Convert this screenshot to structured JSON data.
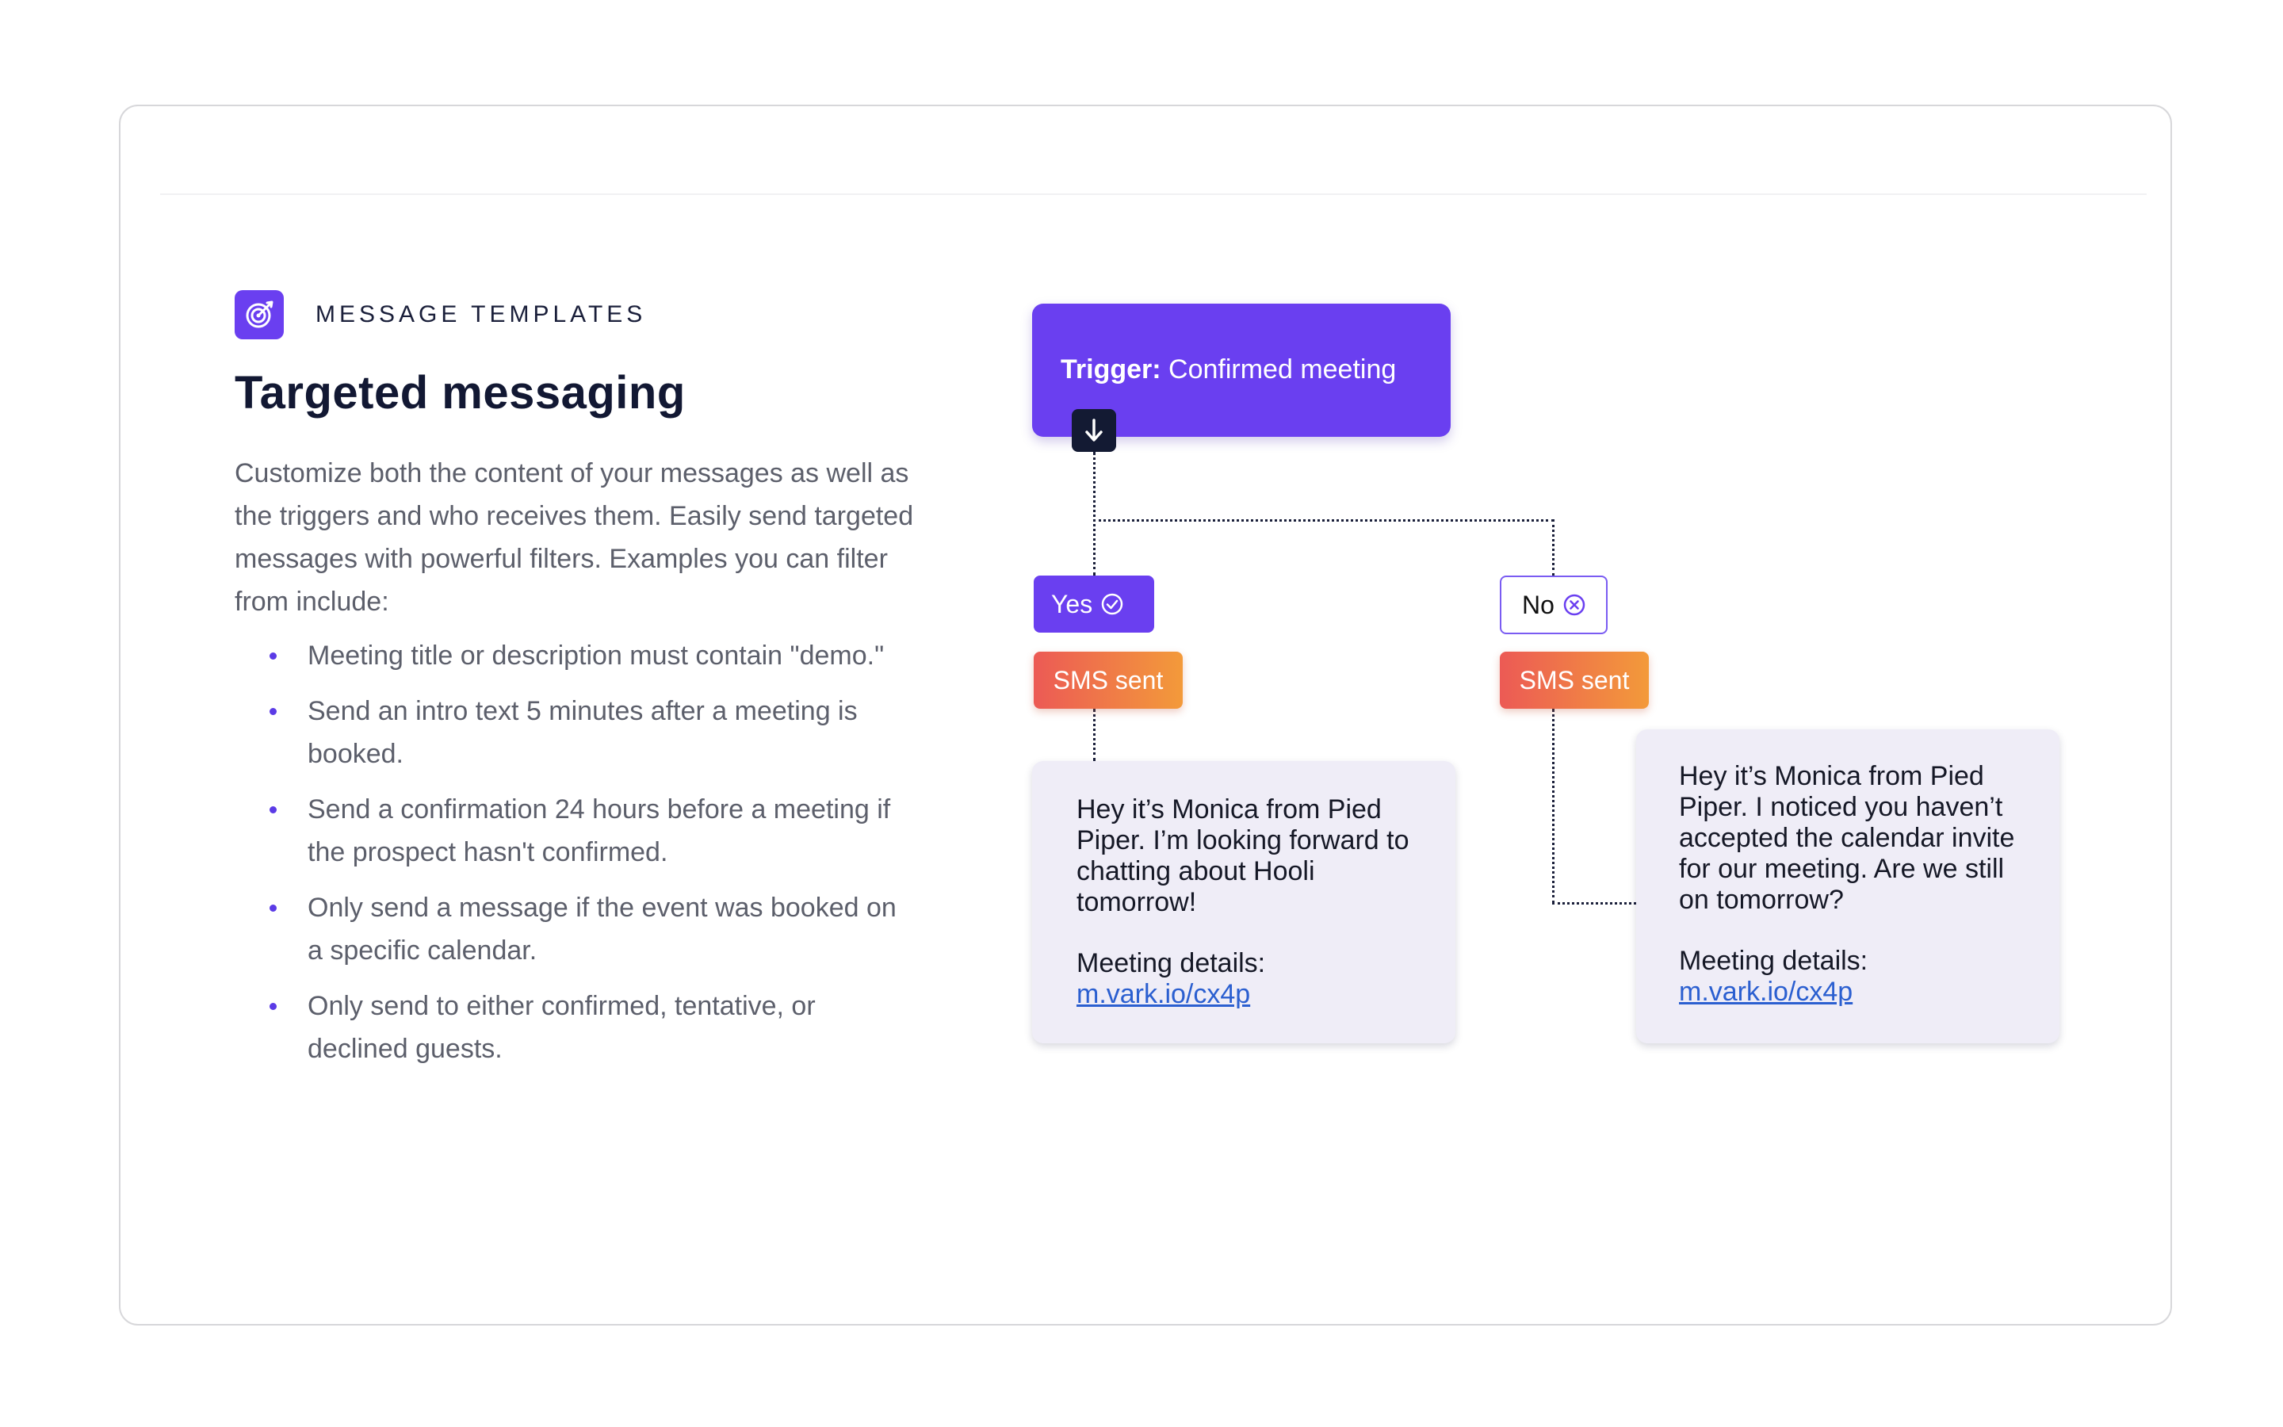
{
  "eyebrow": {
    "icon": "target-icon",
    "label": "MESSAGE TEMPLATES"
  },
  "title": "Targeted messaging",
  "description": "Customize both the content of your messages as well as the triggers and who receives them. Easily send targeted messages with powerful filters. Examples you can filter from include:",
  "bullets": [
    "Meeting title or description must contain \"demo.\"",
    "Send an intro text 5 minutes after a meeting is booked.",
    "Send a confirmation 24 hours before a meeting if the prospect hasn't confirmed.",
    "Only send a message if the event was booked on a specific calendar.",
    "Only send to either confirmed, tentative, or declined guests."
  ],
  "flow": {
    "trigger": {
      "prefix": "Trigger:",
      "value": "Confirmed meeting"
    },
    "arrow_icon": "arrow-down-icon",
    "yes": {
      "label": "Yes",
      "icon": "check-circle-icon"
    },
    "no": {
      "label": "No",
      "icon": "x-circle-icon"
    },
    "sms_yes": "SMS sent",
    "sms_no": "SMS sent",
    "message_yes": {
      "body": "Hey it’s Monica from Pied Piper. I’m looking forward to chatting about Hooli tomorrow!",
      "details_label": "Meeting details:",
      "link": "m.vark.io/cx4p"
    },
    "message_no": {
      "body": "Hey it’s Monica from Pied Piper. I noticed you haven’t accepted the calendar invite for our meeting. Are we still on tomorrow?",
      "details_label": "Meeting details:",
      "link": "m.vark.io/cx4p"
    }
  },
  "colors": {
    "primary": "#6a3ff0",
    "dark": "#131a33",
    "sms_start": "#ec5a55",
    "sms_end": "#f39a3a",
    "card_bg": "#efedf7",
    "link": "#2b5fd0"
  }
}
